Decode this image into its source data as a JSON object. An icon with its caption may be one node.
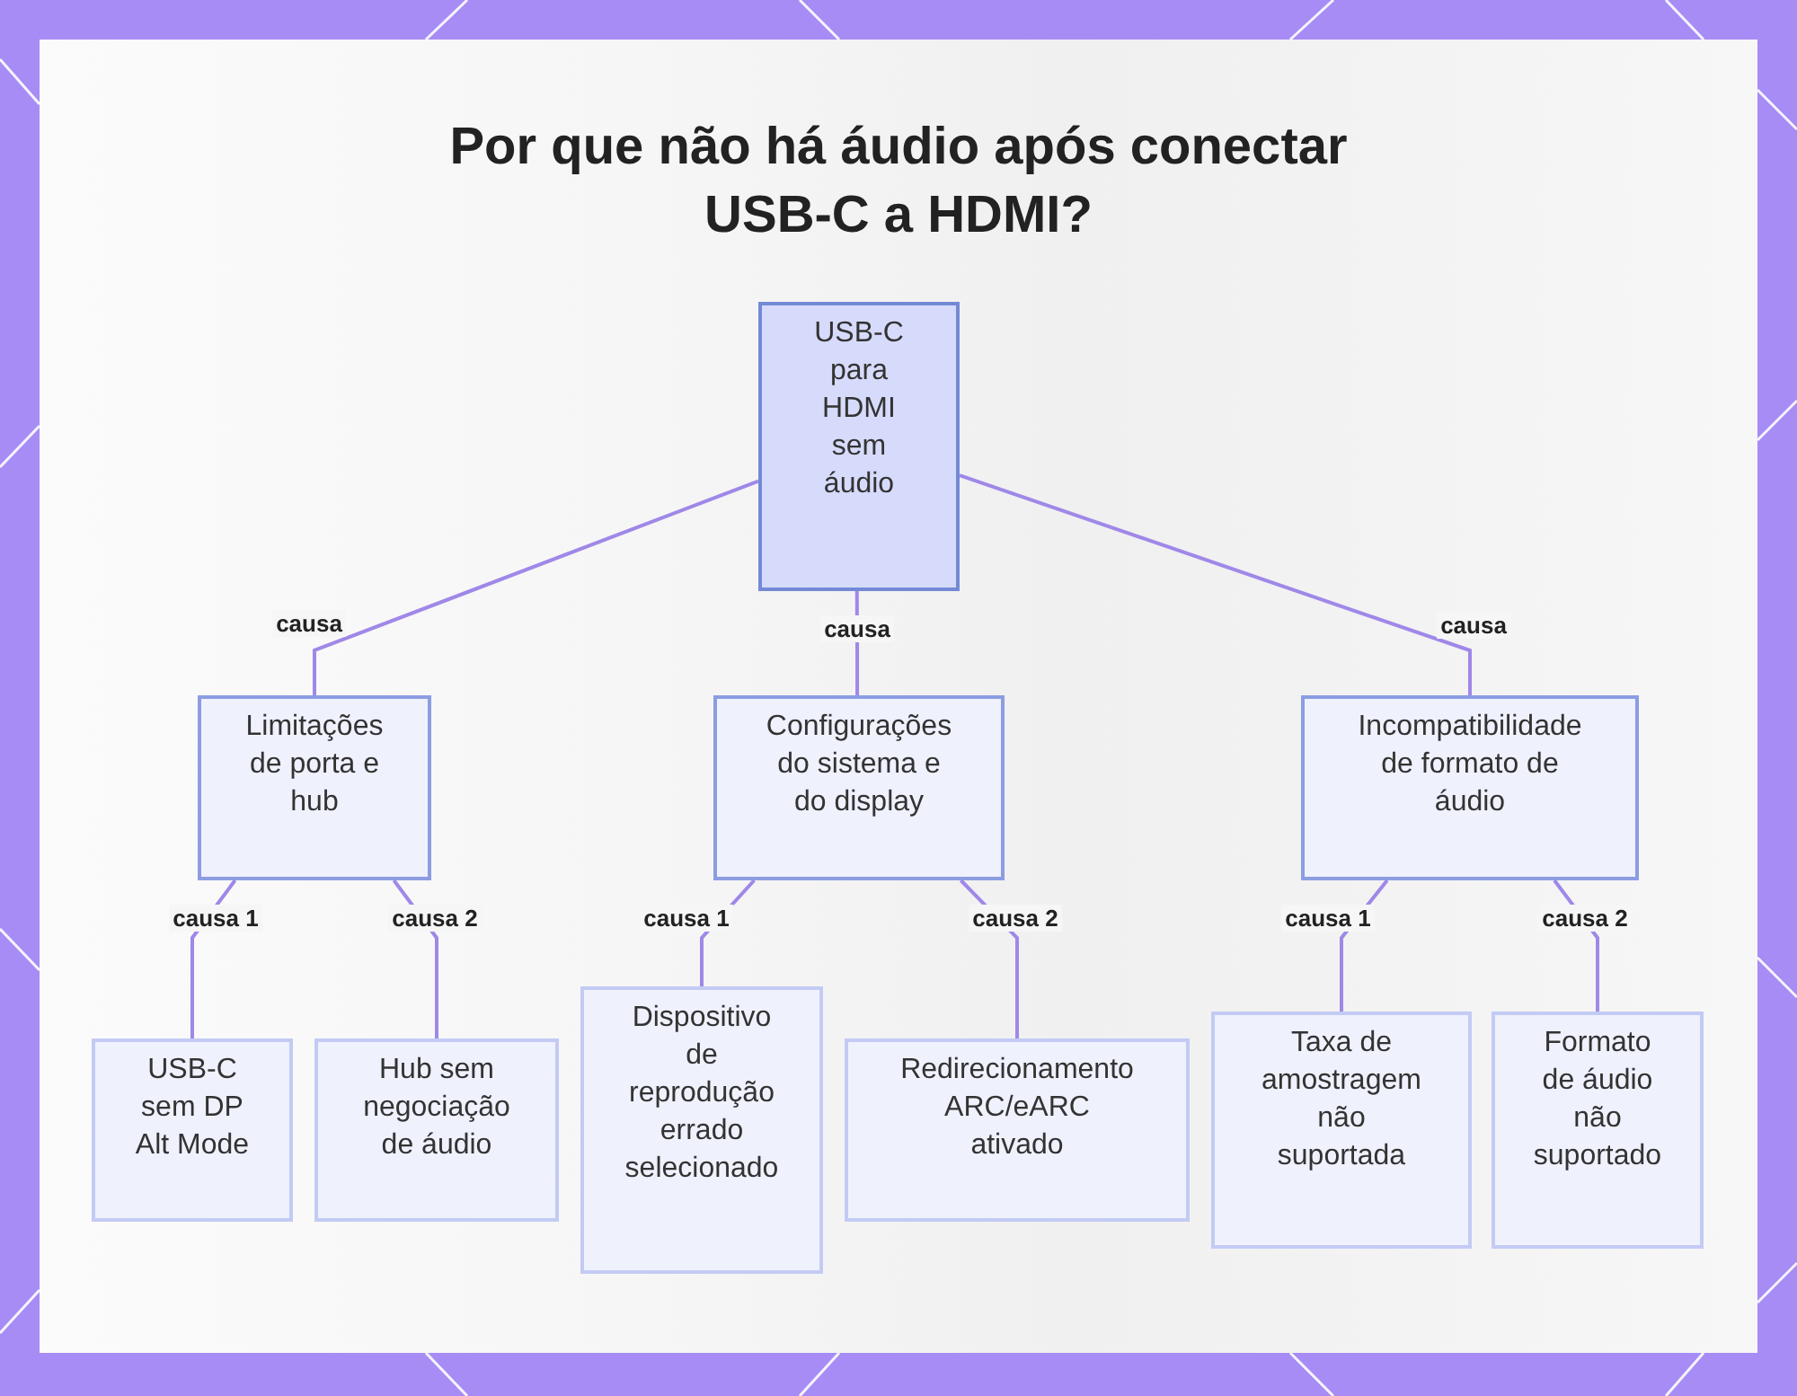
{
  "diagram": {
    "title": "Por que não há áudio após conectar USB-C a HDMI?",
    "nodes": [
      {
        "text": [
          "USB-C para HDMI sem áudio"
        ]
      },
      {
        "text": [
          "Limitações de porta e hub"
        ]
      },
      {
        "text": [
          "Configurações do sistema e do display"
        ]
      },
      {
        "text": [
          "Incompatibilidade de formato de áudio"
        ]
      },
      {
        "text": [
          "USB-C sem DP Alt Mode"
        ]
      },
      {
        "text": [
          "Hub sem negociação de áudio"
        ]
      },
      {
        "text": [
          "Dispositivo de reprodução errado selecionado"
        ]
      },
      {
        "text": [
          "Redirecionamento ARC/eARC ativado"
        ]
      },
      {
        "text": [
          "Taxa de amostragem não suportada"
        ]
      },
      {
        "text": [
          "Formato de áudio não suportado"
        ]
      }
    ],
    "edges": [
      {
        "from": 0,
        "to": 1,
        "arrow": "none",
        "label": "causa"
      },
      {
        "from": 0,
        "to": 2,
        "arrow": "none",
        "label": "causa"
      },
      {
        "from": 0,
        "to": 3,
        "arrow": "none",
        "label": "causa"
      },
      {
        "from": 1,
        "to": 4,
        "arrow": "none",
        "label": "causa 1"
      },
      {
        "from": 1,
        "to": 5,
        "arrow": "none",
        "label": "causa 2"
      },
      {
        "from": 2,
        "to": 6,
        "arrow": "none",
        "label": "causa 1"
      },
      {
        "from": 2,
        "to": 7,
        "arrow": "none",
        "label": "causa 2"
      },
      {
        "from": 3,
        "to": 8,
        "arrow": "none",
        "label": "causa 1"
      },
      {
        "from": 3,
        "to": 9,
        "arrow": "none",
        "label": "causa 2"
      }
    ]
  }
}
